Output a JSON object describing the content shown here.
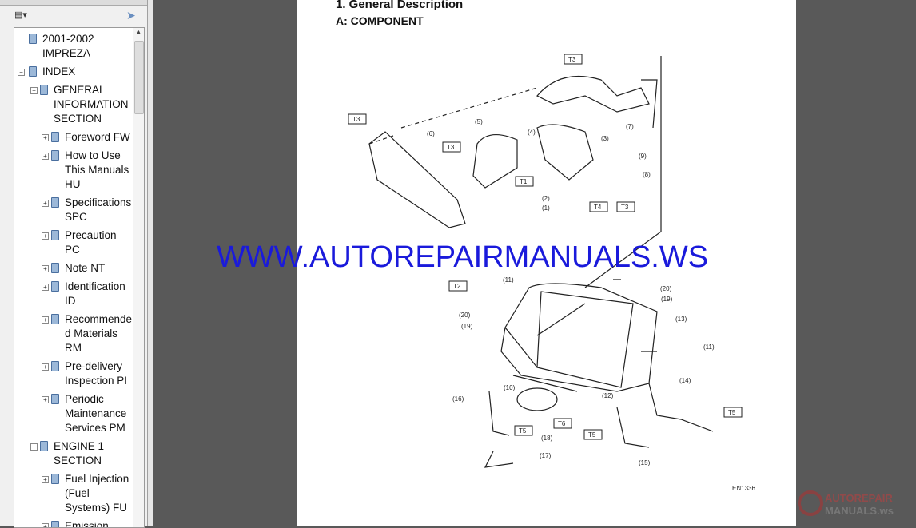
{
  "sidebar": {
    "items": [
      {
        "label": "2001-2002 IMPREZA",
        "level": 0
      },
      {
        "label": "INDEX",
        "level": 0,
        "expanded": true
      },
      {
        "label": "GENERAL INFORMATION SECTION",
        "level": 1,
        "expanded": true
      },
      {
        "label": "Foreword FW",
        "level": 2
      },
      {
        "label": "How to Use This Manuals HU",
        "level": 2
      },
      {
        "label": "Specifications SPC",
        "level": 2
      },
      {
        "label": "Precaution PC",
        "level": 2
      },
      {
        "label": "Note NT",
        "level": 2
      },
      {
        "label": "Identification ID",
        "level": 2
      },
      {
        "label": "Recommended Materials RM",
        "level": 2
      },
      {
        "label": "Pre-delivery Inspection PI",
        "level": 2
      },
      {
        "label": "Periodic Maintenance Services PM",
        "level": 2
      },
      {
        "label": "ENGINE 1 SECTION",
        "level": 1,
        "expanded": true
      },
      {
        "label": "Fuel Injection (Fuel Systems) FU",
        "level": 2
      },
      {
        "label": "Emission Control (Aux",
        "level": 2
      }
    ]
  },
  "page": {
    "heading": "1.  General Description",
    "subheading": "A:  COMPONENT",
    "figure_code": "EN1336",
    "callouts": [
      "T3",
      "T3",
      "T3",
      "T1",
      "T4",
      "T3",
      "T2",
      "T6",
      "T5",
      "T5",
      "T5"
    ],
    "part_numbers": [
      "(1)",
      "(2)",
      "(3)",
      "(4)",
      "(5)",
      "(6)",
      "(7)",
      "(8)",
      "(9)",
      "(10)",
      "(11)",
      "(11)",
      "(12)",
      "(13)",
      "(14)",
      "(15)",
      "(16)",
      "(17)",
      "(18)",
      "(19)",
      "(19)",
      "(20)",
      "(20)"
    ]
  },
  "watermark": "WWW.AUTOREPAIRMANUALS.WS",
  "logo": {
    "line1": "AUTOREPAIR",
    "line2": "MANUALS.ws"
  }
}
